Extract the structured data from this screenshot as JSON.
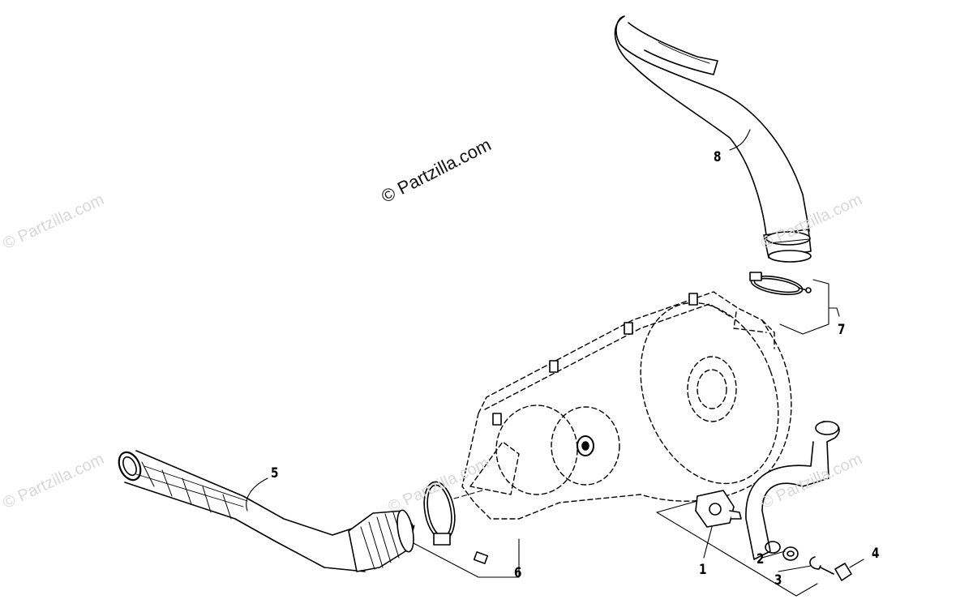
{
  "watermark_main": "© Partzilla.com",
  "watermarks": [
    "© Partzilla.com",
    "© Partzilla.com",
    "© Partzilla.com",
    "© Partzilla.com",
    "© Partzilla.com"
  ],
  "callouts": [
    "1",
    "2",
    "3",
    "4",
    "5",
    "6",
    "7",
    "8"
  ],
  "colors": {
    "line": "#000000",
    "watermark": "#d8d8d8",
    "background": "#ffffff"
  }
}
